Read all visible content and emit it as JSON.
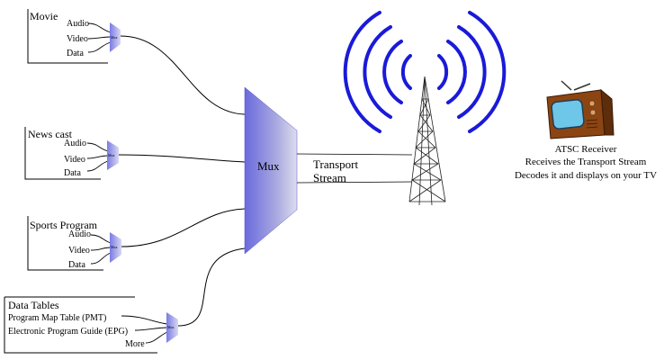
{
  "sources": {
    "movie": {
      "title": "Movie",
      "items": [
        "Audio",
        "Video",
        "Data"
      ]
    },
    "newscast": {
      "title": "News cast",
      "items": [
        "Audio",
        "Video",
        "Data"
      ]
    },
    "sports": {
      "title": "Sports Program",
      "items": [
        "Audio",
        "Video",
        "Data"
      ]
    },
    "tables": {
      "title": "Data Tables",
      "items": [
        "Program Map Table (PMT)",
        "Electronic Program Guide (EPG)",
        "More"
      ]
    }
  },
  "small_mux_label": "Mux",
  "main_mux_label": "Mux",
  "transport": {
    "line1": "Transport",
    "line2": "Stream"
  },
  "receiver": {
    "line1": "ATSC Receiver",
    "line2": "Receives the Transport Stream",
    "line3": "Decodes it and displays on your TV"
  },
  "colors": {
    "mux_blue": "#6a6ade",
    "waves": "#1a1ad8"
  }
}
